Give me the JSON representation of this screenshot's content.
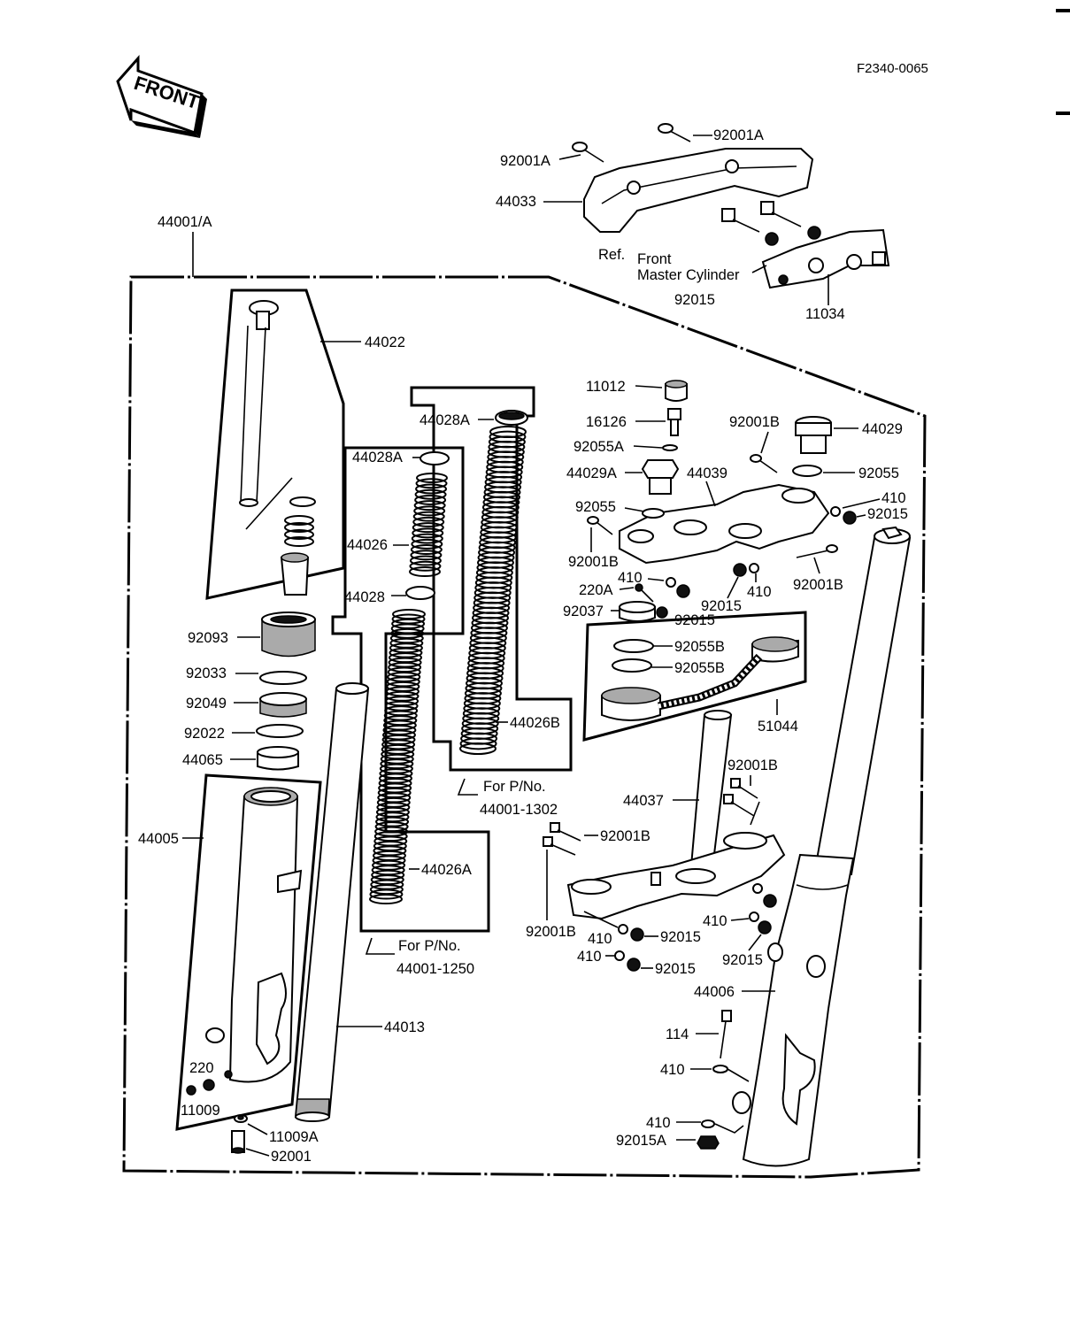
{
  "diagram_code": "F2340-0065",
  "front_label": "FRONT",
  "assembly_label": "44001/A",
  "ref_note": {
    "line1": "Ref.",
    "line2": "Front",
    "line3": "Master Cylinder"
  },
  "note_1302": {
    "line1": "For P/No.",
    "line2": "44001-1302"
  },
  "note_1250": {
    "line1": "For P/No.",
    "line2": "44001-1250"
  },
  "labels": {
    "p92001A_top": "92001A",
    "p92001A_left": "92001A",
    "p44033": "44033",
    "p11034": "11034",
    "p44022": "44022",
    "p44028A_outer": "44028A",
    "p44028A_inner": "44028A",
    "p44026": "44026",
    "p44028": "44028",
    "p44026B": "44026B",
    "p44026A": "44026A",
    "p92093": "92093",
    "p92033": "92033",
    "p92049": "92049",
    "p92022": "92022",
    "p44065": "44065",
    "p44005": "44005",
    "p44013": "44013",
    "p220": "220",
    "p11009": "11009",
    "p11009A": "11009A",
    "p92001": "92001",
    "p11012": "11012",
    "p16126": "16126",
    "p92055A": "92055A",
    "p44029A": "44029A",
    "p44039": "44039",
    "p92001B_a": "92001B",
    "p44029": "44029",
    "p92055_r": "92055",
    "p410_a": "410",
    "p92015_a": "92015",
    "p92055_l": "92055",
    "p92001B_b": "92001B",
    "p92001B_c": "92001B",
    "p410_b": "410",
    "p220A": "220A",
    "p92015_b": "92015",
    "p410_c": "410",
    "p92037": "92037",
    "p92015_c": "92015",
    "p92055B_a": "92055B",
    "p92055B_b": "92055B",
    "p51044": "51044",
    "p92001B_d": "92001B",
    "p44037": "44037",
    "p92001B_e": "92001B",
    "p92001B_f": "92001B",
    "p410_d": "410",
    "p92015_d": "92015",
    "p410_e": "410",
    "p92015_e": "92015",
    "p410_f": "410",
    "p92015_f": "92015",
    "p44006": "44006",
    "p114": "114",
    "p410_g": "410",
    "p410_h": "410",
    "p92015A": "92015A"
  }
}
